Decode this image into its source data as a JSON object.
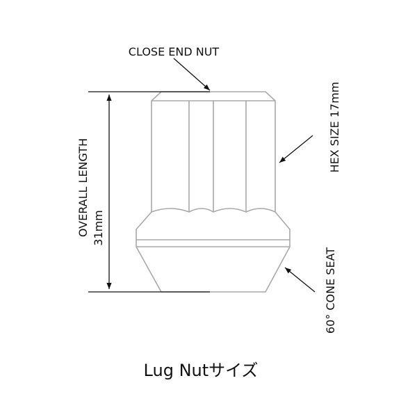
{
  "labels": {
    "close_end": "CLOSE END NUT",
    "overall_length": "OVERALL LENGTH",
    "overall_length_value": "31mm",
    "hex_size": "HEX SIZE 17mm",
    "cone_seat": "60° CONE SEAT"
  },
  "caption": "Lug Nutサイズ",
  "colors": {
    "outline": "#a8a8a8",
    "dimension": "#111111"
  }
}
